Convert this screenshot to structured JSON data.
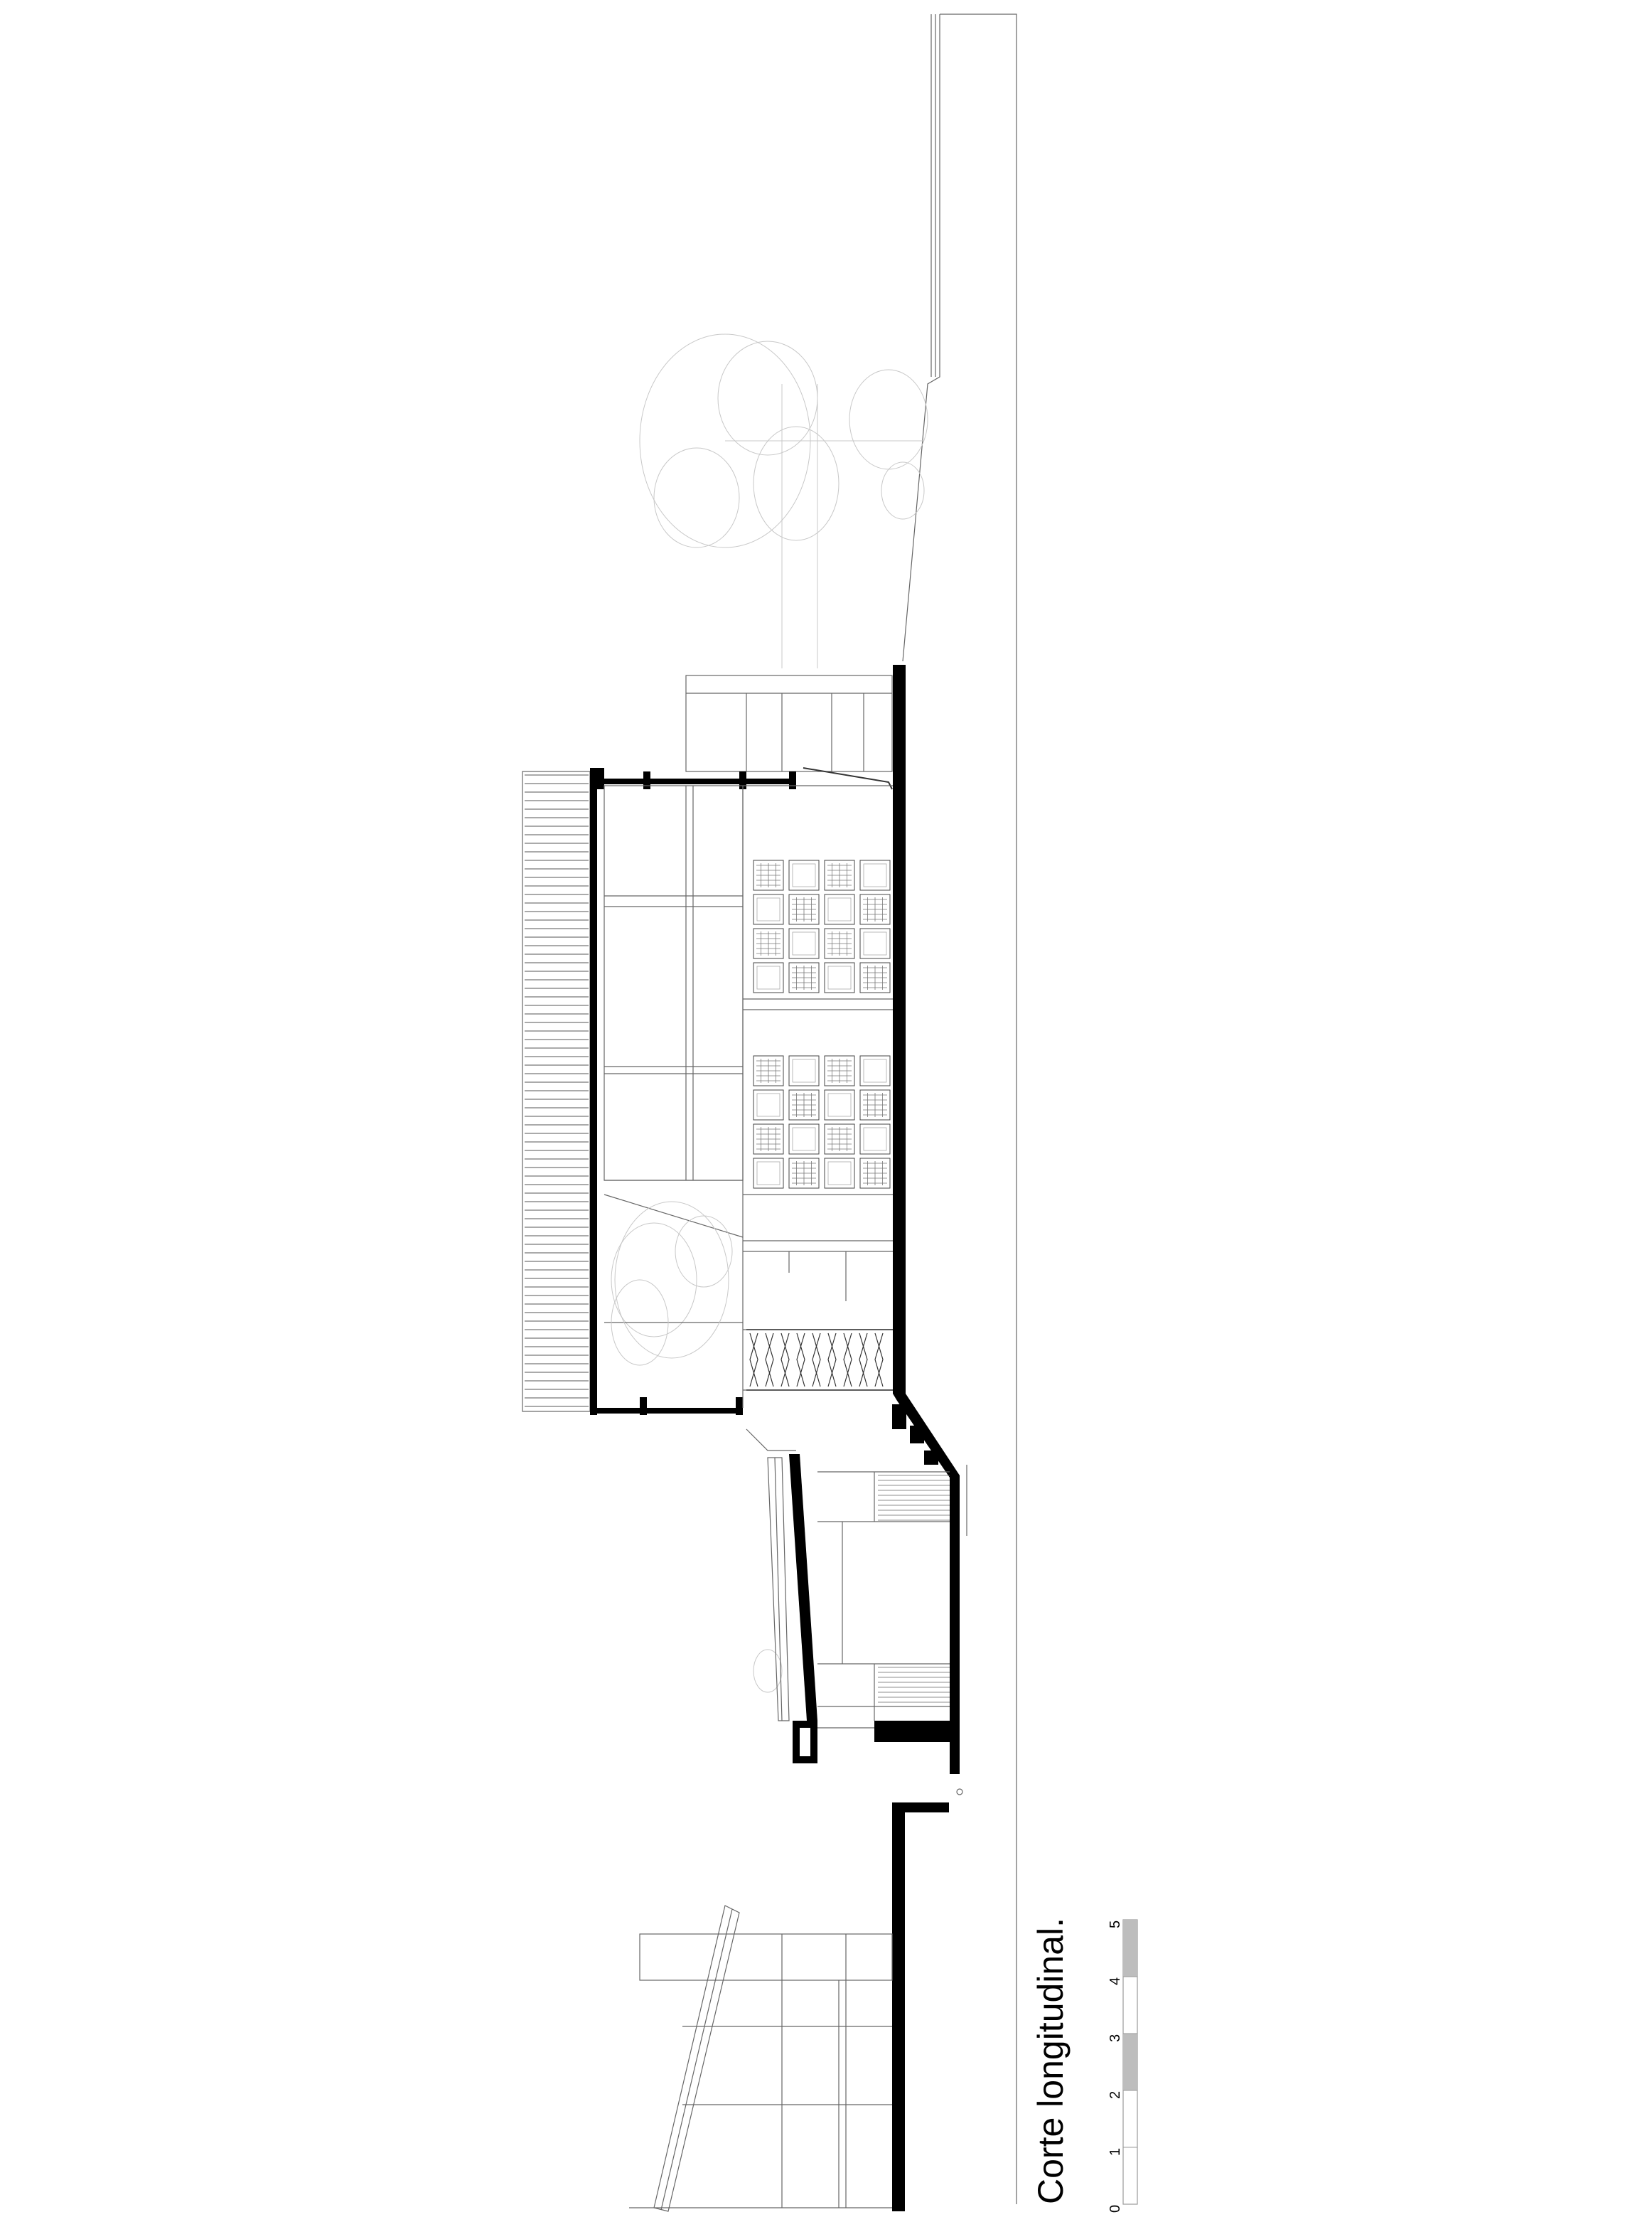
{
  "drawing": {
    "title": "Corte longitudinal.",
    "scale_bar": {
      "labels": [
        "0",
        "1",
        "2",
        "3",
        "4",
        "5"
      ],
      "shaded_color": "#bdbdbd",
      "outline_color": "#9a9a9a"
    },
    "colors": {
      "ink": "#000000",
      "line": "#666666",
      "faint": "#c8c8c8",
      "background": "#ffffff"
    }
  }
}
